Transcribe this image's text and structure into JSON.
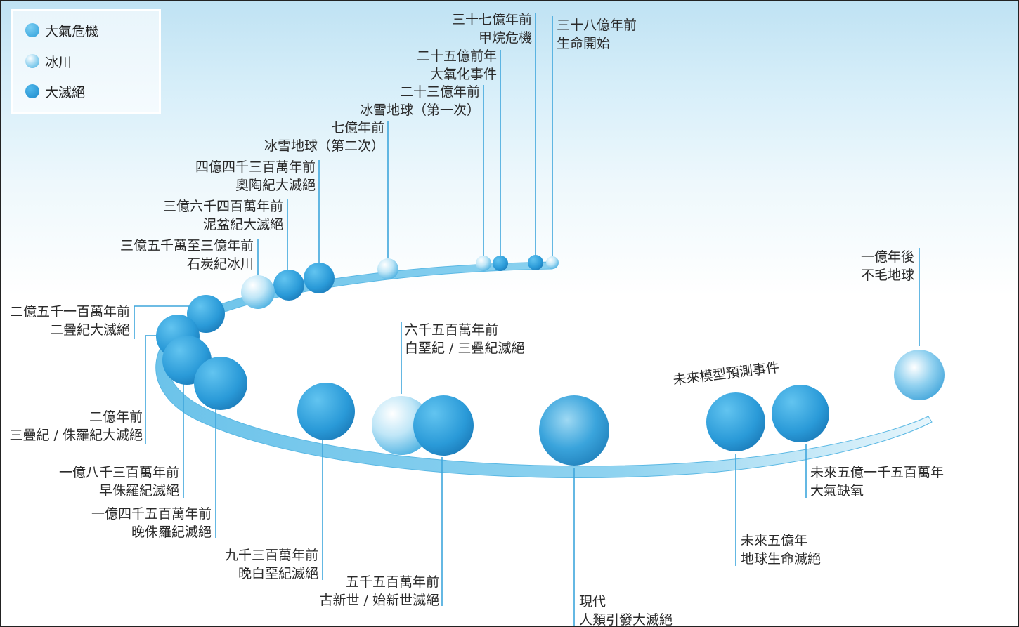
{
  "legend": [
    {
      "label": "大氣危機",
      "color": "#45aede",
      "icon": "atmosphere-crisis-dot-icon"
    },
    {
      "label": "冰川",
      "color": "#8fd0ef",
      "icon": "glacier-dot-icon"
    },
    {
      "label": "大滅絕",
      "color": "#2b9bd8",
      "icon": "mass-extinction-dot-icon"
    }
  ],
  "events": {
    "e38": {
      "line1": "三十八億年前",
      "line2": "生命開始"
    },
    "e37": {
      "line1": "三十七億年前",
      "line2": "甲烷危機"
    },
    "e25": {
      "line1": "二十五億前年",
      "line2": "大氧化事件"
    },
    "e23": {
      "line1": "二十三億年前",
      "line2": "冰雪地球（第一次）"
    },
    "e7": {
      "line1": "七億年前",
      "line2": "冰雪地球（第二次）"
    },
    "e443": {
      "line1": "四億四千三百萬年前",
      "line2": "奧陶紀大滅絕"
    },
    "e364": {
      "line1": "三億六千四百萬年前",
      "line2": "泥盆紀大滅絕"
    },
    "e350": {
      "line1": "三億五千萬至三億年前",
      "line2": "石炭紀冰川"
    },
    "e251": {
      "line1": "二億五千一百萬年前",
      "line2": "二疊紀大滅絕"
    },
    "e200": {
      "line1": "二億年前",
      "line2": "三疊紀 / 侏羅紀大滅絕"
    },
    "e183": {
      "line1": "一億八千三百萬年前",
      "line2": "早侏羅紀滅絕"
    },
    "e145": {
      "line1": "一億四千五百萬年前",
      "line2": "晚侏羅紀滅絕"
    },
    "e93": {
      "line1": "九千三百萬年前",
      "line2": "晚白堊紀滅絕"
    },
    "e65": {
      "line1": "六千五百萬年前",
      "line2": "白堊紀 / 三疊紀滅絕"
    },
    "e55": {
      "line1": "五千五百萬年前",
      "line2": "古新世 / 始新世滅絕"
    },
    "now": {
      "line1": "現代",
      "line2": "人類引發大滅絕"
    },
    "f5": {
      "line1": "未來五億年",
      "line2": "地球生命滅絕"
    },
    "f515": {
      "line1": "未來五億一千五百萬年",
      "line2": "大氣缺氧"
    },
    "f1": {
      "line1": "一億年後",
      "line2": "不毛地球"
    }
  },
  "future_label": "未來模型預測事件"
}
